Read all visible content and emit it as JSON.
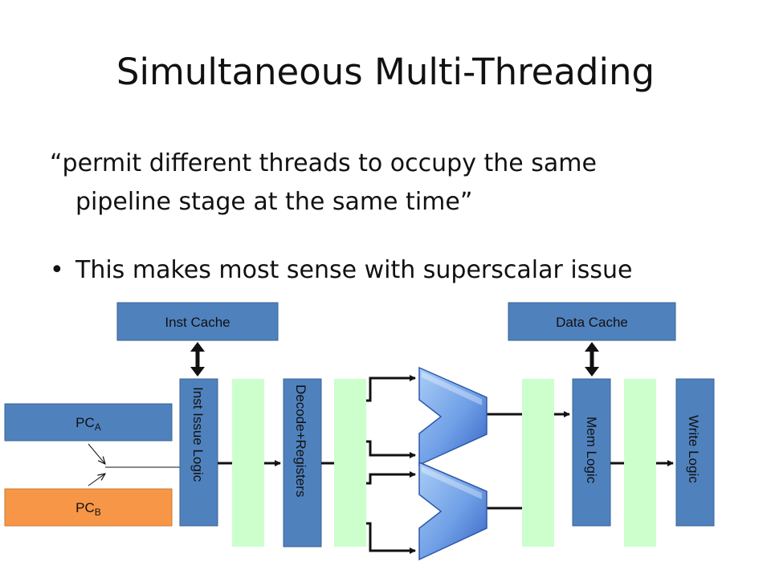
{
  "slide": {
    "title": "Simultaneous Multi-Threading",
    "quote_line1": "“permit different threads to occupy the same",
    "quote_line2": "pipeline stage at the same time”",
    "bullet_marker": "•",
    "bullet": "This makes most sense with superscalar issue"
  },
  "diagram": {
    "inst_cache": "Inst Cache",
    "data_cache": "Data Cache",
    "pc_a_main": "PC",
    "pc_a_sub": "A",
    "pc_b_main": "PC",
    "pc_b_sub": "B",
    "inst_issue": "Inst Issue Logic",
    "decode": "Decode+Registers",
    "mem_logic": "Mem Logic",
    "write_logic": "Write Logic",
    "colors": {
      "blue_box": "#4f81bd",
      "orange_box": "#f79646",
      "green_latch": "#ccffcc",
      "alu_light": "#9dc3f5",
      "alu_dark": "#3b6fd0"
    }
  }
}
